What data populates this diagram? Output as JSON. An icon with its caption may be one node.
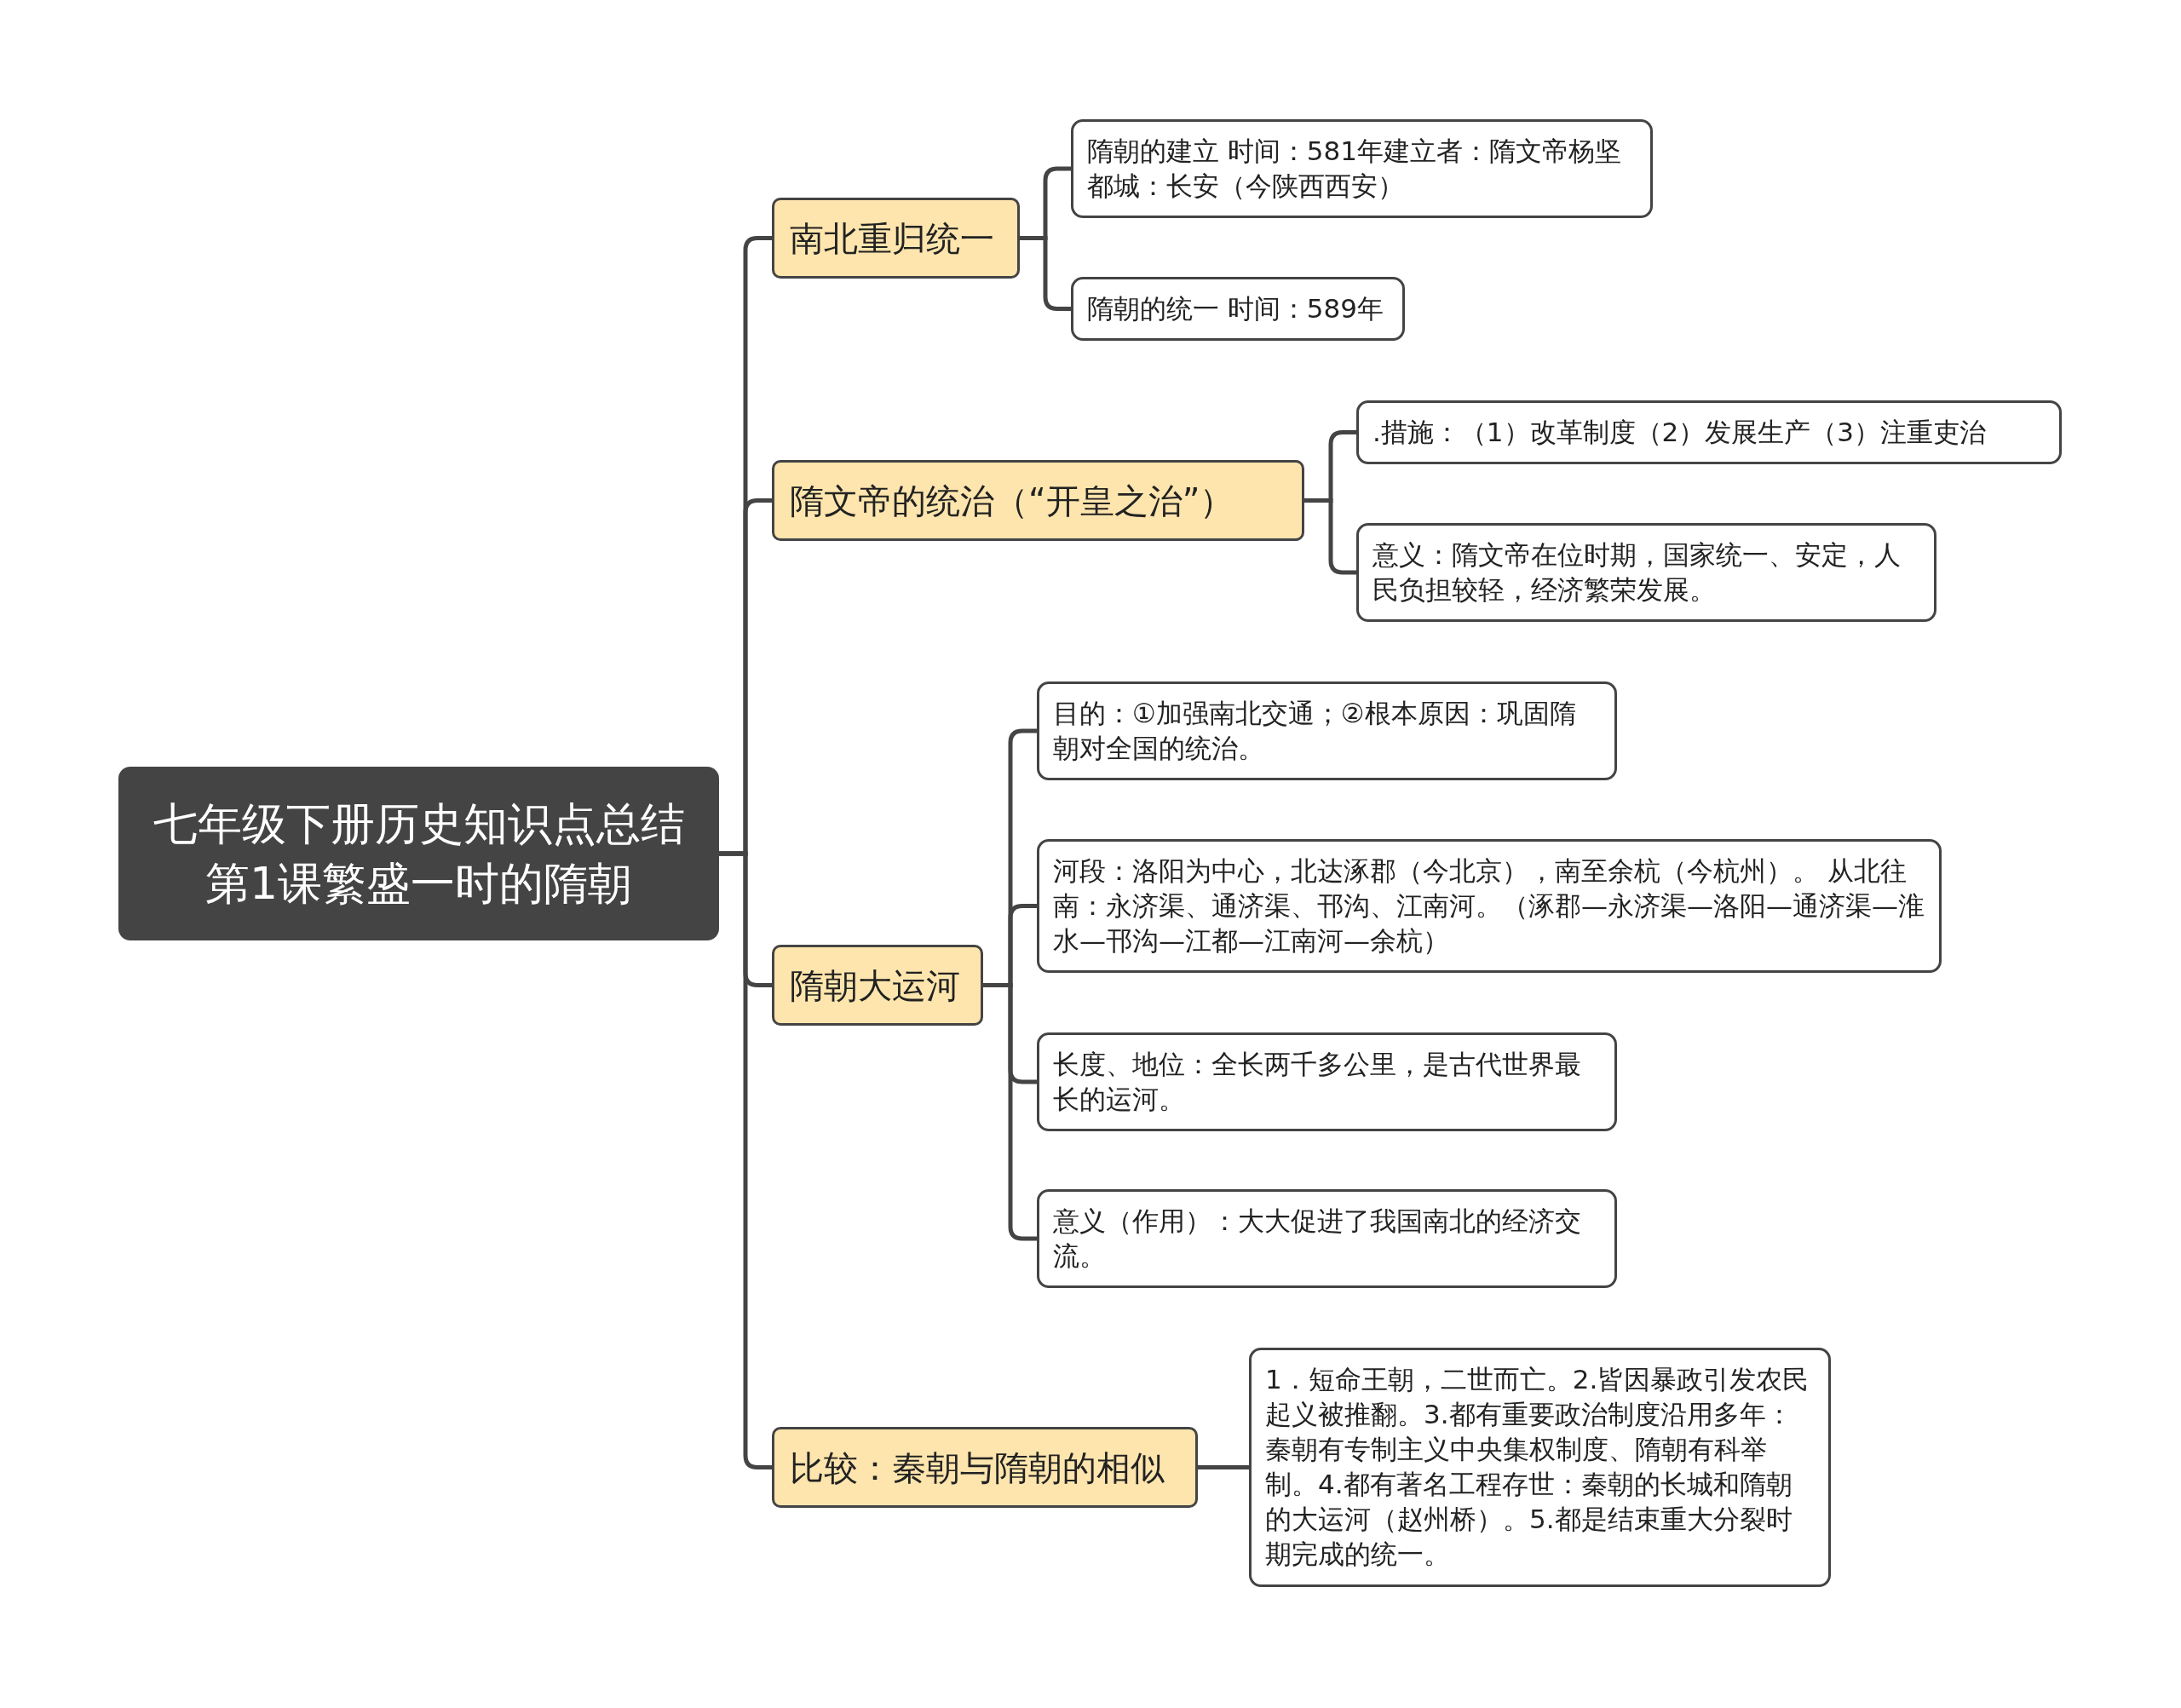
{
  "diagram": {
    "nodes": [
      {
        "text": [
          "七年级下册历史知识点总结第1课繁盛一时的隋朝"
        ]
      },
      {
        "text": [
          "南北重归统一"
        ]
      },
      {
        "text": [
          "隋朝的建立 时间：581年建立者：隋文帝杨坚都城：长安（今陕西西安）"
        ]
      },
      {
        "text": [
          "隋朝的统一 时间：589年"
        ]
      },
      {
        "text": [
          "隋文帝的统治（“开皇之治”）"
        ]
      },
      {
        "text": [
          ".措施：（1）改革制度（2）发展生产（3）注重吏治"
        ]
      },
      {
        "text": [
          "意义：隋文帝在位时期，国家统一、安定，人民负担较轻，经济繁荣发展。"
        ]
      },
      {
        "text": [
          "隋朝大运河"
        ]
      },
      {
        "text": [
          "目的：①加强南北交通；②根本原因：巩固隋朝对全国的统治。"
        ]
      },
      {
        "text": [
          "河段：洛阳为中心，北达涿郡（今北京），南至余杭（今杭州）。 从北往南：永济渠、通济渠、邗沟、江南河。（涿郡—永济渠—洛阳—通济渠—淮水—邗沟—江都—江南河—余杭）"
        ]
      },
      {
        "text": [
          "长度、地位：全长两千多公里，是古代世界最长的运河。"
        ]
      },
      {
        "text": [
          "意义（作用）：大大促进了我国南北的经济交流。"
        ]
      },
      {
        "text": [
          "比较：秦朝与隋朝的相似"
        ]
      },
      {
        "text": [
          "1．短命王朝，二世而亡。2.皆因暴政引发农民起义被推翻。3.都有重要政治制度沿用多年：秦朝有专制主义中央集权制度、隋朝有科举制。4.都有著名工程存世：秦朝的长城和隋朝的大运河（赵州桥）。5.都是结束重大分裂时期完成的统一。"
        ]
      }
    ],
    "edges": [
      {
        "from": 0,
        "to": 1,
        "arrow": "none"
      },
      {
        "from": 0,
        "to": 4,
        "arrow": "none"
      },
      {
        "from": 0,
        "to": 7,
        "arrow": "none"
      },
      {
        "from": 0,
        "to": 12,
        "arrow": "none"
      },
      {
        "from": 1,
        "to": 2,
        "arrow": "none"
      },
      {
        "from": 1,
        "to": 3,
        "arrow": "none"
      },
      {
        "from": 4,
        "to": 5,
        "arrow": "none"
      },
      {
        "from": 4,
        "to": 6,
        "arrow": "none"
      },
      {
        "from": 7,
        "to": 8,
        "arrow": "none"
      },
      {
        "from": 7,
        "to": 9,
        "arrow": "none"
      },
      {
        "from": 7,
        "to": 10,
        "arrow": "none"
      },
      {
        "from": 7,
        "to": 11,
        "arrow": "none"
      },
      {
        "from": 12,
        "to": 13,
        "arrow": "none"
      }
    ]
  }
}
